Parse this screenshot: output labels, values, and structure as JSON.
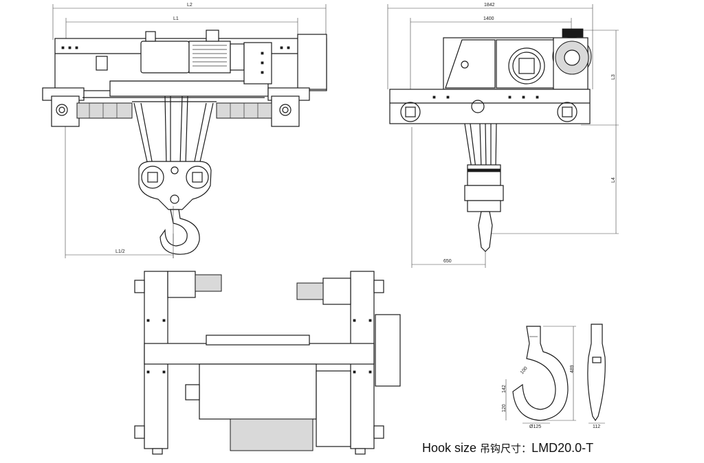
{
  "dimensions": {
    "front_view": {
      "L2": "L2",
      "L1": "L1",
      "L1_half": "L1/2"
    },
    "side_view": {
      "overall": "1842",
      "rail": "1400",
      "hook_offset": "650",
      "L3": "L3",
      "L4": "L4"
    },
    "hook_detail": {
      "top_width": "100",
      "height": "489",
      "throat": "142",
      "lower": "120",
      "shank": "Ø125",
      "thickness": "112"
    }
  },
  "caption": {
    "prefix": "Hook size ",
    "chinese": "吊钩尺寸：",
    "model": "LMD20.0-T"
  }
}
